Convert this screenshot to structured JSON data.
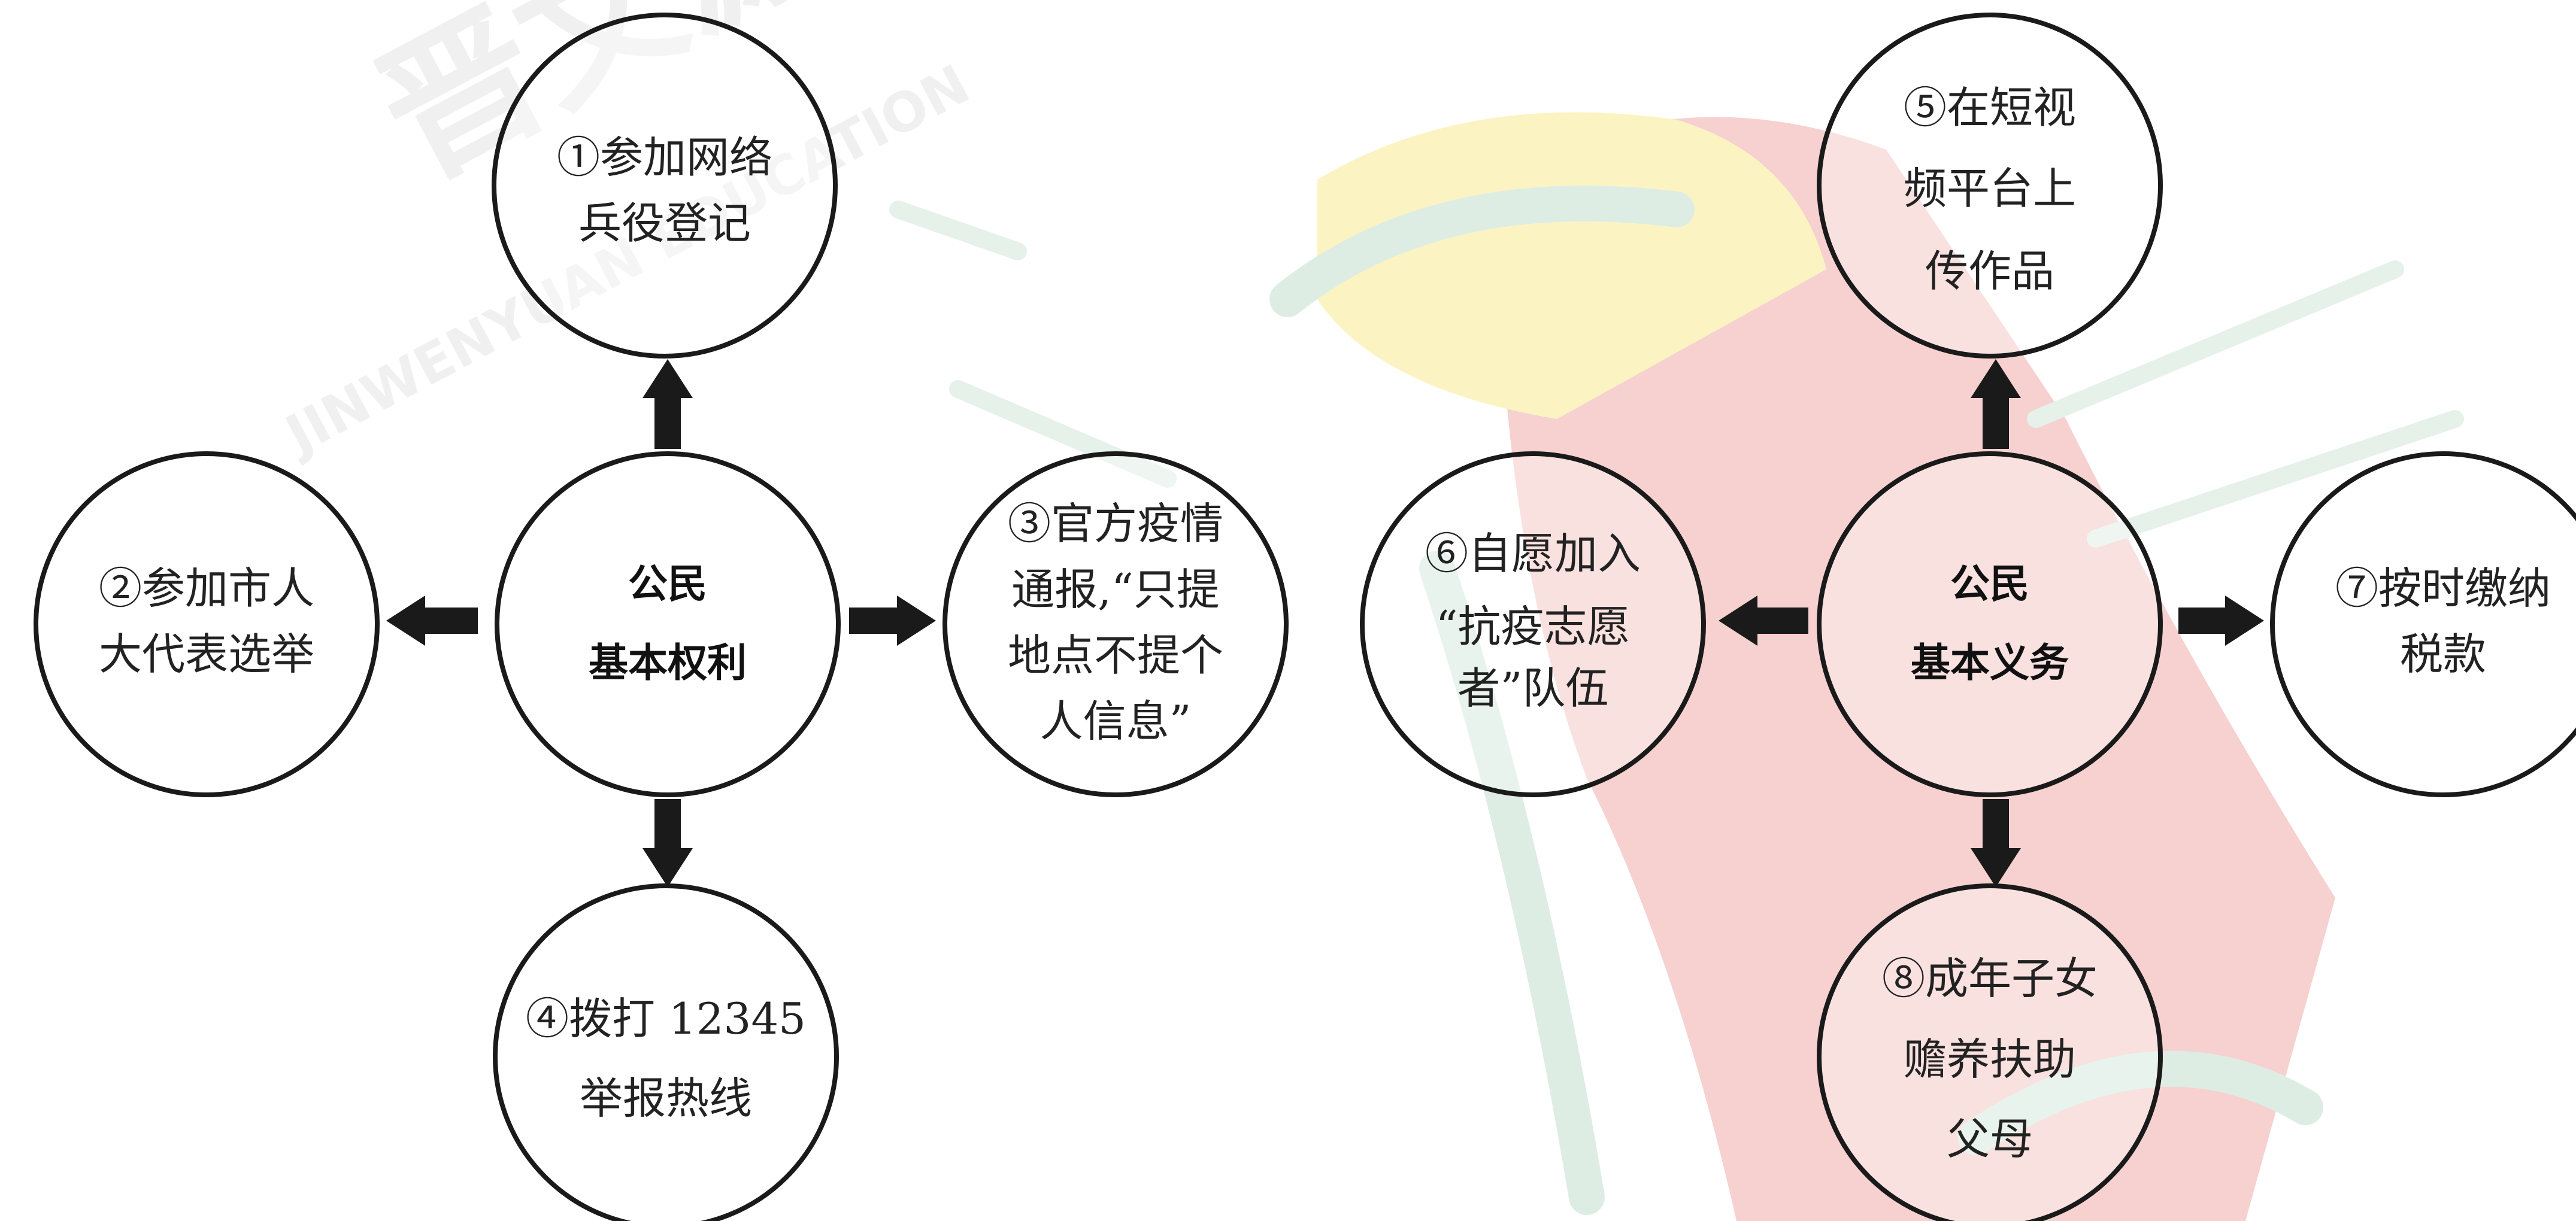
{
  "colors": {
    "line": "#1a1a1a",
    "arrow": "#1a1a1a",
    "watermark_red": "#f5c9c8",
    "watermark_yellow": "#fbf3b8",
    "watermark_green": "#d8eadf"
  },
  "watermark": {
    "wordmark": "晋文源",
    "romanized": "JINWENYUAN EDUCATION"
  },
  "left_diagram": {
    "center": {
      "line1": "公民",
      "line2": "基本权利"
    },
    "top": {
      "lines": [
        "①参加网络",
        "兵役登记"
      ]
    },
    "left": {
      "lines": [
        "②参加市人",
        "大代表选举"
      ]
    },
    "right": {
      "lines": [
        "③官方疫情",
        "通报,“只提",
        "地点不提个",
        "人信息”"
      ]
    },
    "bottom": {
      "lines": [
        "④拨打 12345",
        "举报热线"
      ]
    }
  },
  "right_diagram": {
    "center": {
      "line1": "公民",
      "line2": "基本义务"
    },
    "top": {
      "lines": [
        "⑤在短视",
        "频平台上",
        "传作品"
      ]
    },
    "left": {
      "lines": [
        "⑥自愿加入",
        "“抗疫志愿",
        "者”队伍"
      ]
    },
    "right": {
      "lines": [
        "⑦按时缴纳",
        "税款"
      ]
    },
    "bottom": {
      "lines": [
        "⑧成年子女",
        "赡养扶助",
        "父母"
      ]
    }
  }
}
